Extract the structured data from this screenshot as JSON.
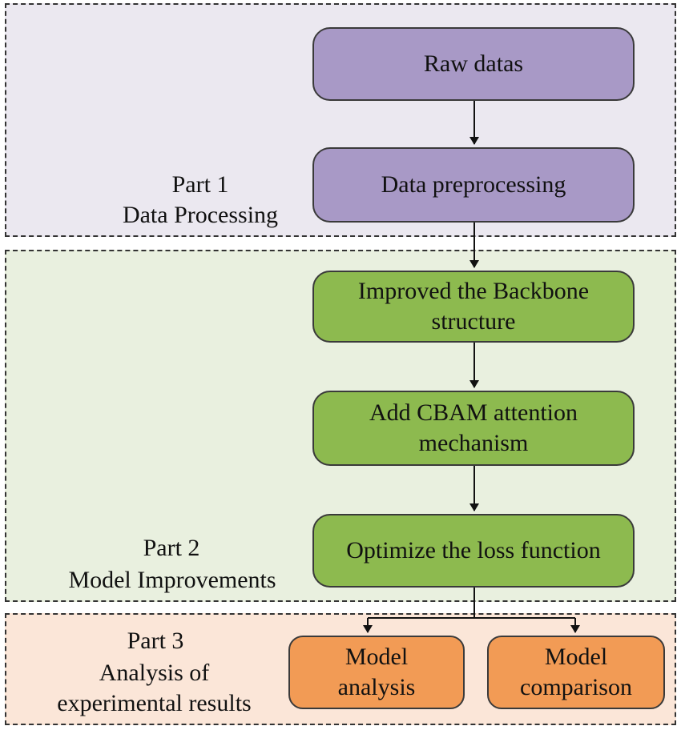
{
  "parts": [
    {
      "title": "Part 1",
      "subtitle": "Data Processing"
    },
    {
      "title": "Part 2",
      "subtitle": "Model Improvements"
    },
    {
      "title": "Part 3",
      "subtitle": "Analysis of\nexperimental results"
    }
  ],
  "nodes": {
    "raw": "Raw datas",
    "preprocessing": "Data preprocessing",
    "backbone": "Improved the Backbone\nstructure",
    "cbam": "Add CBAM attention\nmechanism",
    "loss": "Optimize the loss function",
    "analysis": "Model\nanalysis",
    "comparison": "Model\ncomparison"
  },
  "colors": {
    "part1_bg": "#ebe8f0",
    "part2_bg": "#e9f0df",
    "part3_bg": "#fbe6d8",
    "purple_node": "#a899c6",
    "green_node": "#8dba4f",
    "orange_node": "#f29b55"
  }
}
